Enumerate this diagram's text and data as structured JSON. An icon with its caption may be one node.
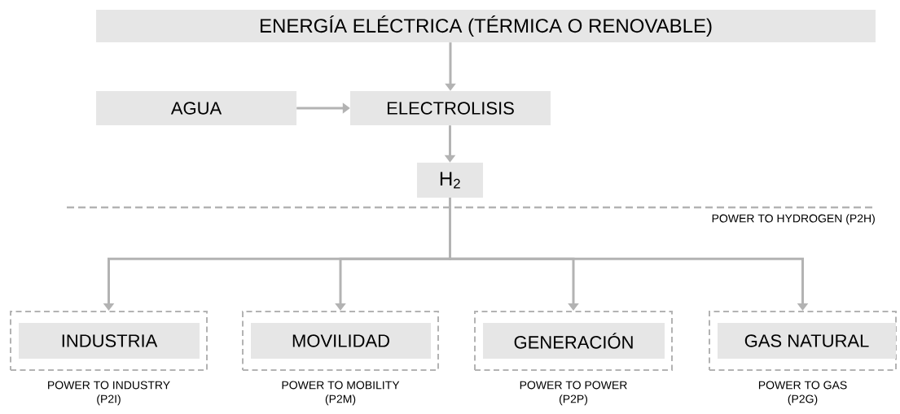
{
  "diagram": {
    "nodes": [
      {
        "text": [
          "ENERGÍA ELÉCTRICA (TÉRMICA O RENOVABLE)"
        ]
      },
      {
        "text": [
          "AGUA"
        ]
      },
      {
        "text": [
          "ELECTROLISIS"
        ]
      },
      {
        "text": [
          "H$_{2}$"
        ]
      },
      {
        "text": [],
        "shape": "box",
        "beside": [
          "POWER TO INDUSTRY (P2I)"
        ]
      },
      {
        "text": [
          "INDUSTRIA"
        ],
        "in": 4
      },
      {
        "text": [],
        "shape": "box",
        "beside": [
          "POWER TO MOBILITY (P2M)"
        ]
      },
      {
        "text": [
          "MOVILIDAD"
        ],
        "in": 6
      },
      {
        "text": [],
        "shape": "box",
        "beside": [
          "POWER TO POWER (P2P)"
        ]
      },
      {
        "text": [
          "GENERACIÓN"
        ],
        "in": 8
      },
      {
        "text": [],
        "shape": "box",
        "beside": [
          "POWER TO GAS (P2G)"
        ]
      },
      {
        "text": [
          "GAS NATURAL"
        ],
        "in": 10
      }
    ],
    "edges": [
      {
        "from": 0,
        "to": 2,
        "arrow": "to"
      },
      {
        "from": 1,
        "to": 2,
        "arrow": "to"
      },
      {
        "from": 2,
        "to": 3,
        "arrow": "to"
      },
      {
        "from": 3,
        "to": 4,
        "arrow": "to"
      },
      {
        "from": 3,
        "to": 6,
        "arrow": "to"
      },
      {
        "from": 3,
        "to": 8,
        "arrow": "to"
      },
      {
        "from": 3,
        "to": 10,
        "arrow": "to"
      }
    ],
    "labels": [
      "POWER TO HYDROGEN (P2H)"
    ]
  }
}
